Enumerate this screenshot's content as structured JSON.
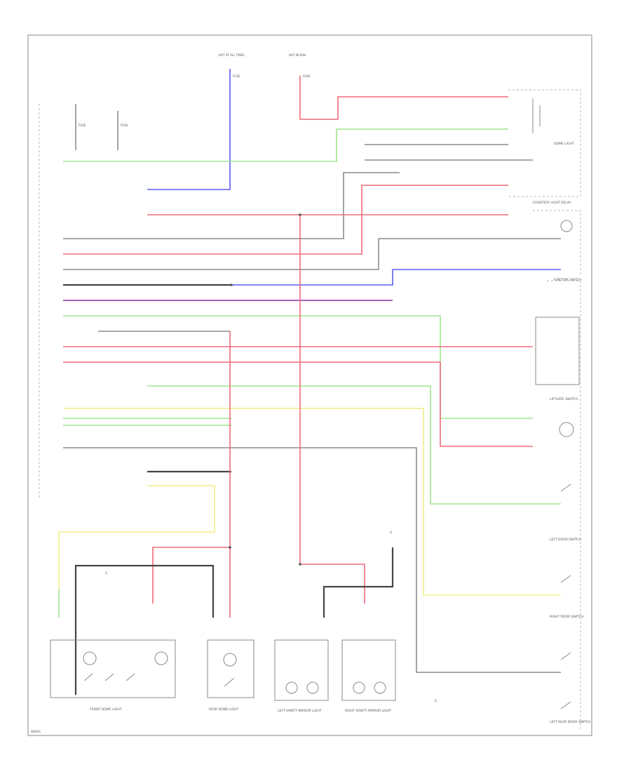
{
  "labels": {
    "courtesy_light_relay": "COURTESY LIGHT RELAY",
    "dome_light": "DOME LIGHT",
    "front_dome_light": "FRONT DOME LIGHT",
    "rear_dome_light": "REAR DOME LIGHT",
    "left_vanity_mirror_light": "LEFT VANITY MIRROR LIGHT",
    "right_vanity_mirror_light": "RIGHT VANITY MIRROR LIGHT",
    "left_door_switch": "LEFT DOOR SWITCH",
    "right_door_switch": "RIGHT DOOR SWITCH",
    "left_rear_door_switch": "LEFT REAR DOOR SWITCH",
    "liftgate_switch": "LIFTGATE SWITCH",
    "ignition_switch": "IGNITION SWITCH",
    "hot_at_all_times": "HOT AT ALL TIMES",
    "hot_in_run": "HOT IN RUN",
    "fuse_a": "FUSE",
    "fuse_b": "FUSE",
    "fuse_c": "FUSE",
    "fuse_d": "FUSE",
    "ground_left": "G",
    "ground_center": "G",
    "ground_right": "G",
    "footer_code": "W0001"
  }
}
